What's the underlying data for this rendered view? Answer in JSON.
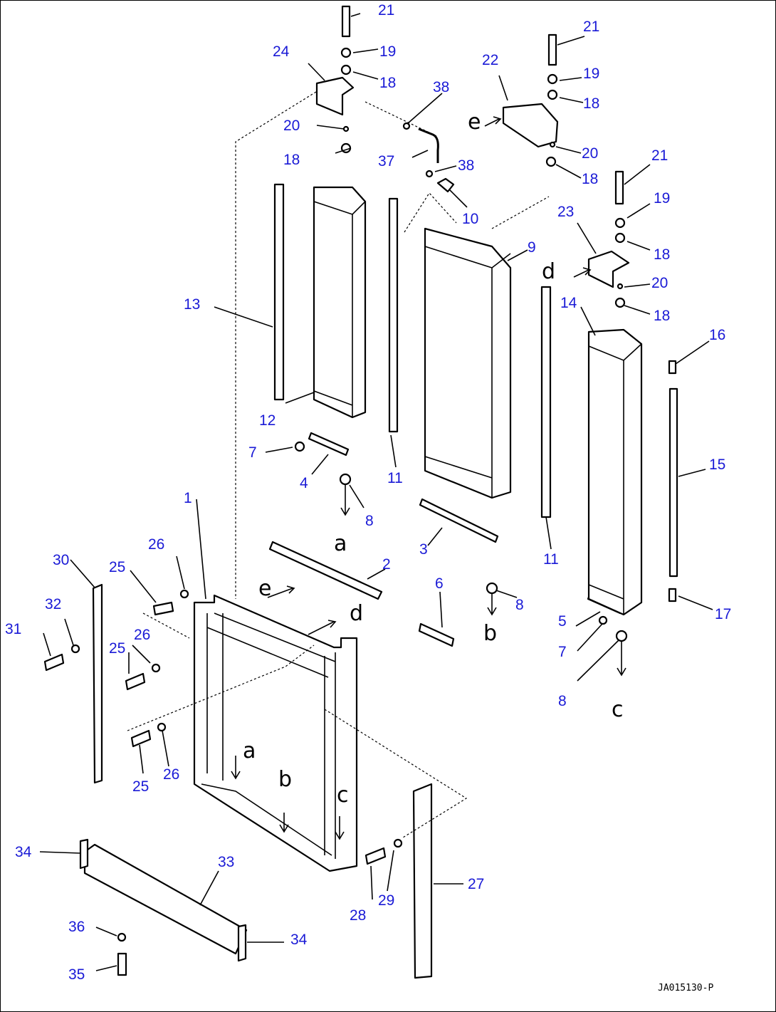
{
  "diagram_title": "",
  "drawing_code": "JA015130-P",
  "reference_letters": [
    "a",
    "b",
    "c",
    "d",
    "e"
  ],
  "part_numbers": [
    "1",
    "2",
    "3",
    "4",
    "5",
    "6",
    "7",
    "8",
    "9",
    "10",
    "11",
    "12",
    "13",
    "14",
    "15",
    "16",
    "17",
    "18",
    "19",
    "20",
    "21",
    "22",
    "23",
    "24",
    "25",
    "26",
    "27",
    "28",
    "29",
    "30",
    "31",
    "32",
    "33",
    "34",
    "35",
    "36",
    "37",
    "38"
  ]
}
